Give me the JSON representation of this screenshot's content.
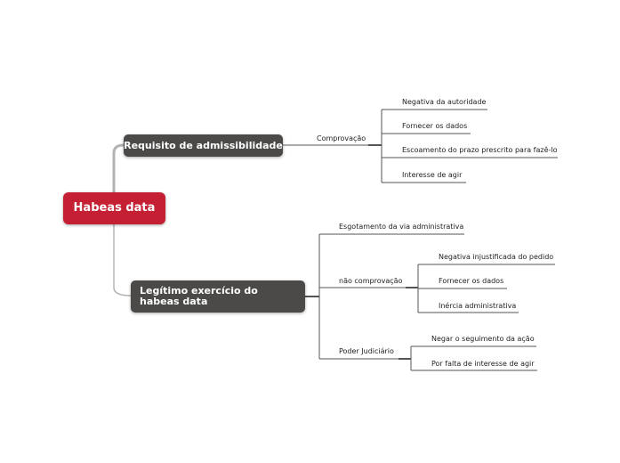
{
  "root": {
    "label": "Habeas data"
  },
  "branch1": {
    "label": "Requisito de admissibilidade",
    "sub": {
      "label": "Comprovação",
      "leaves": [
        "Negativa da autoridade",
        "Fornecer os dados",
        "Escoamento do prazo prescrito para fazê-lo",
        "Interesse de agir"
      ]
    }
  },
  "branch2": {
    "label": "Legítimo exercício do habeas data",
    "children": [
      {
        "label": "Esgotamento da via administrativa"
      },
      {
        "label": "não comprovação",
        "leaves": [
          "Negativa injustificada do pedido",
          "Fornecer os dados",
          "Inércia administrativa"
        ]
      },
      {
        "label": "Poder Judiciário",
        "leaves": [
          "Negar o seguimento da ação",
          "Por falta de interesse de agir"
        ]
      }
    ]
  },
  "colors": {
    "root": "#c41f33",
    "branch": "#4b4a48",
    "line": "#555555",
    "trunk": "#b3b3b3"
  }
}
